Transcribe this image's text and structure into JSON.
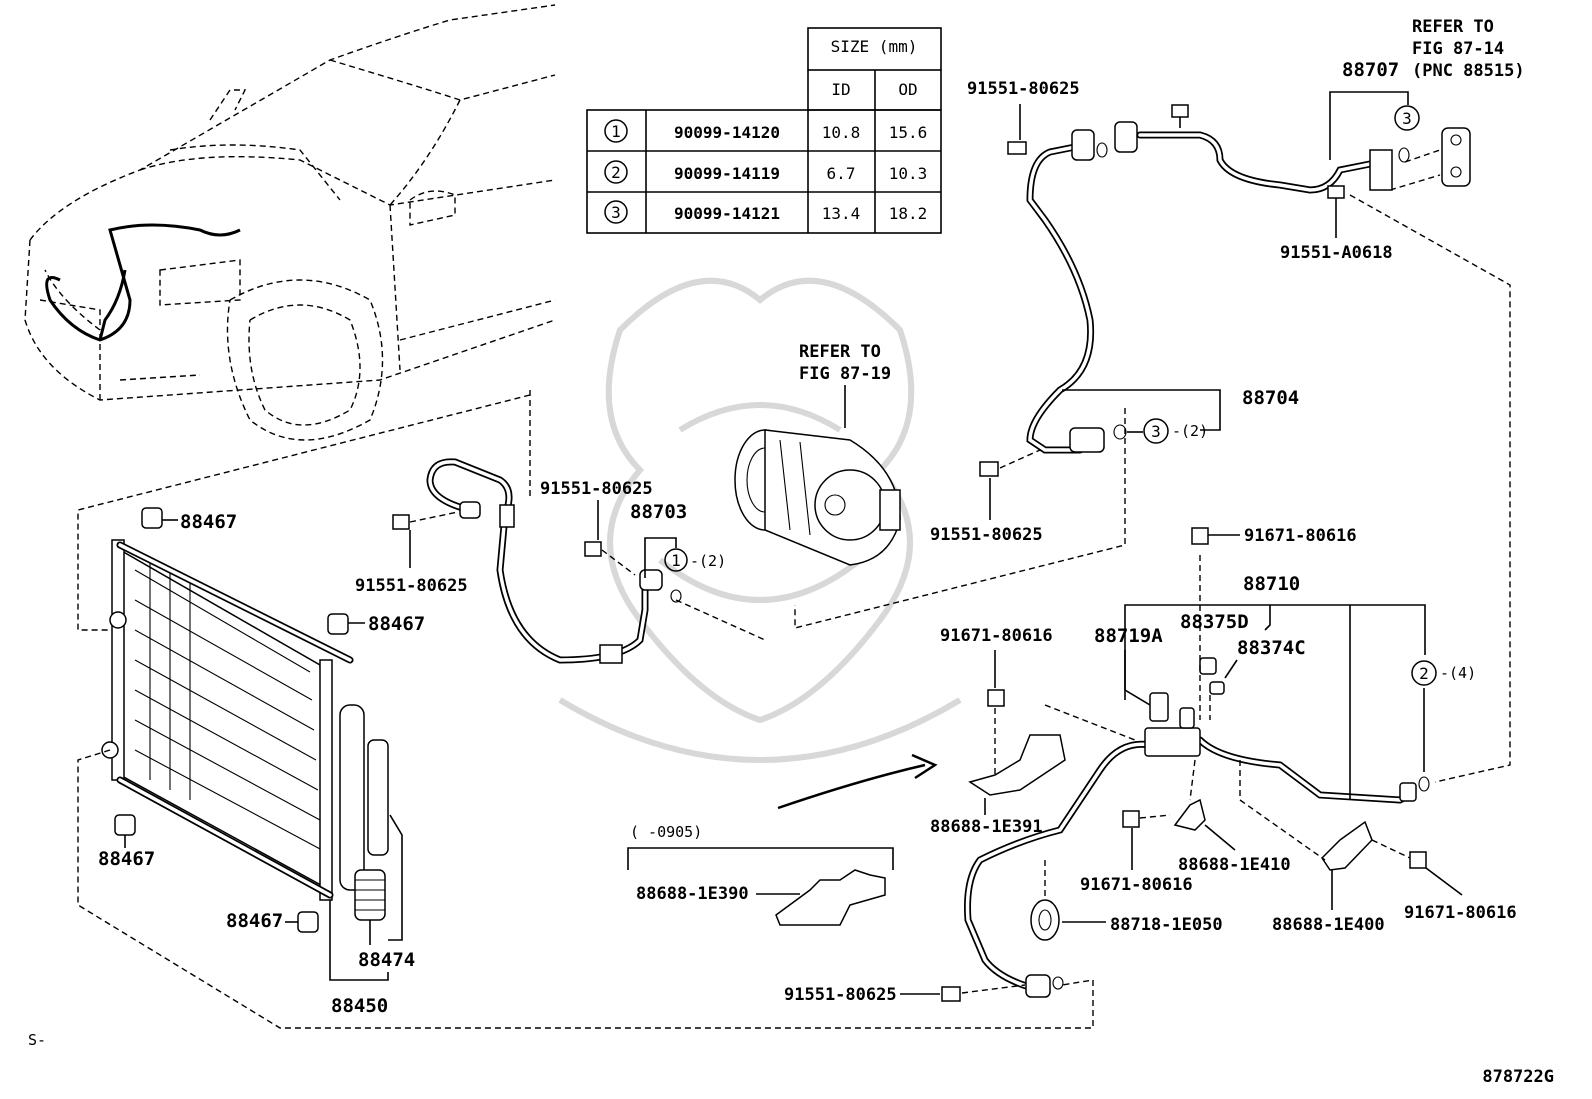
{
  "size_table": {
    "header_size": "SIZE (mm)",
    "header_id": "ID",
    "header_od": "OD",
    "rows": [
      {
        "ref": "1",
        "part": "90099-14120",
        "id": "10.8",
        "od": "15.6"
      },
      {
        "ref": "2",
        "part": "90099-14119",
        "id": "6.7",
        "od": "10.3"
      },
      {
        "ref": "3",
        "part": "90099-14121",
        "id": "13.4",
        "od": "18.2"
      }
    ]
  },
  "refs": {
    "top_right_line1": "REFER TO",
    "top_right_line2": "FIG 87-14",
    "top_right_line3": "(PNC 88515)",
    "compressor_line1": "REFER TO",
    "compressor_line2": "FIG 87-19"
  },
  "labels": {
    "p88707": "88707",
    "p91551_80625_a": "91551-80625",
    "p91551_A0618": "91551-A0618",
    "p88704": "88704",
    "qty_2_a": "-(2)",
    "p91551_80625_b": "91551-80625",
    "p91671_80616_a": "91671-80616",
    "p88710": "88710",
    "p88719A": "88719A",
    "p88375D": "88375D",
    "p88374C": "88374C",
    "qty_4": "-(4)",
    "p91671_80616_b": "91671-80616",
    "p88688_1E391": "88688-1E391",
    "p88688_1E410": "88688-1E410",
    "p91671_80616_c": "91671-80616",
    "p88718_1E050": "88718-1E050",
    "p88688_1E400": "88688-1E400",
    "p91671_80616_d": "91671-80616",
    "p91551_80625_c": "91551-80625",
    "p88703": "88703",
    "qty_2_b": "-(2)",
    "p91551_80625_d": "91551-80625",
    "p91551_80625_e": "91551-80625",
    "p88467_a": "88467",
    "p88467_b": "88467",
    "p88467_c": "88467",
    "p88467_d": "88467",
    "p88474": "88474",
    "p88450": "88450",
    "date_range": "(    -0905)",
    "p88688_1E390": "88688-1E390",
    "corner_left": "S-",
    "figure_code": "878722G",
    "circle_1": "1",
    "circle_2": "2",
    "circle_3": "3"
  }
}
